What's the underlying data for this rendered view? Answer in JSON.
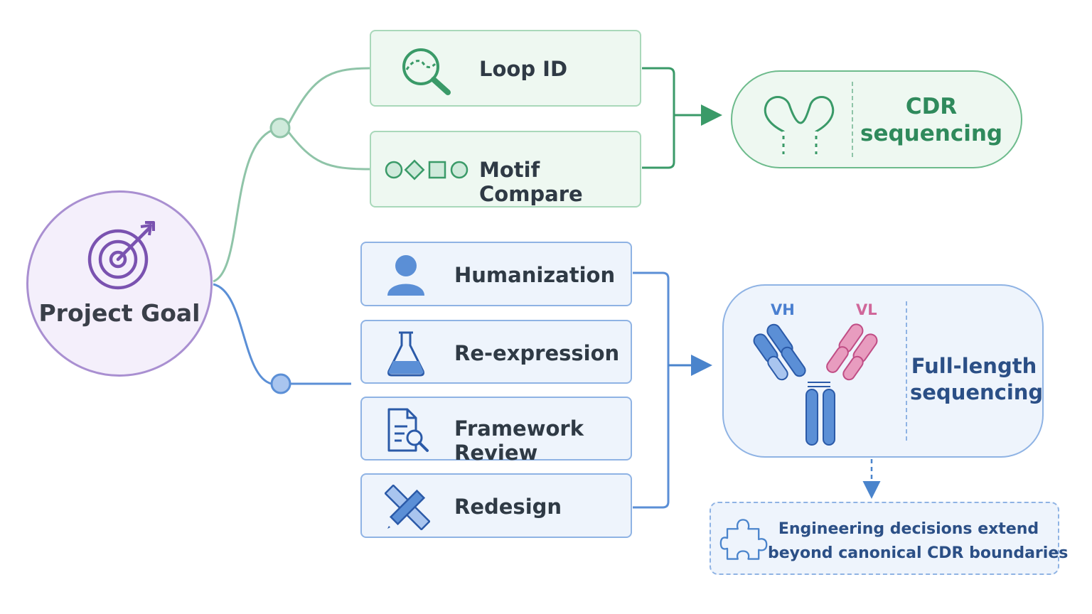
{
  "goal": {
    "label": "Project Goal",
    "icon": "target-icon"
  },
  "green_branch": {
    "items": [
      {
        "label": "Loop ID",
        "icon": "magnifier-loop-icon"
      },
      {
        "label": "Motif Compare",
        "icon": "shapes-compare-icon"
      }
    ],
    "outcome": {
      "line1": "CDR",
      "line2": "sequencing",
      "icon": "cdr-loops-icon"
    }
  },
  "blue_branch": {
    "items": [
      {
        "label": "Humanization",
        "icon": "person-icon"
      },
      {
        "label": "Re-expression",
        "icon": "flask-icon"
      },
      {
        "label": "Framework Review",
        "icon": "document-search-icon"
      },
      {
        "label": "Redesign",
        "icon": "pencil-ruler-icon"
      }
    ],
    "outcome": {
      "line1": "Full-length",
      "line2": "sequencing",
      "icon": "antibody-icon",
      "vh_label": "VH",
      "vl_label": "VL"
    },
    "note": {
      "line1": "Engineering decisions extend",
      "line2": "beyond canonical CDR boundaries",
      "icon": "puzzle-icon"
    }
  },
  "colors": {
    "goal_border": "#a98fd1",
    "green_accent": "#3a9a68",
    "green_line": "#8fc4a8",
    "blue_accent": "#4a84cc",
    "blue_line": "#5b8fd6",
    "vh_color": "#4a7fd0",
    "vl_color": "#d0679a"
  }
}
